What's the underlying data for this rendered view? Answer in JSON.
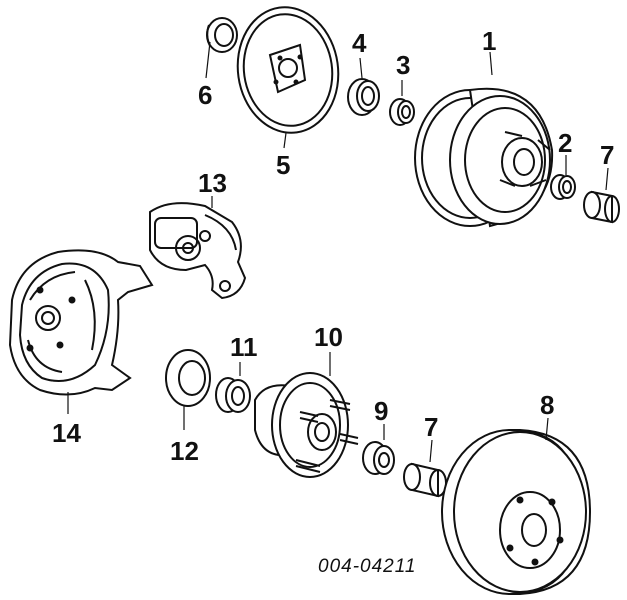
{
  "figure": {
    "callouts": [
      "1",
      "2",
      "3",
      "4",
      "5",
      "6",
      "7",
      "7",
      "8",
      "9",
      "10",
      "11",
      "12",
      "13",
      "14"
    ],
    "diagram_code": "004-04211"
  }
}
